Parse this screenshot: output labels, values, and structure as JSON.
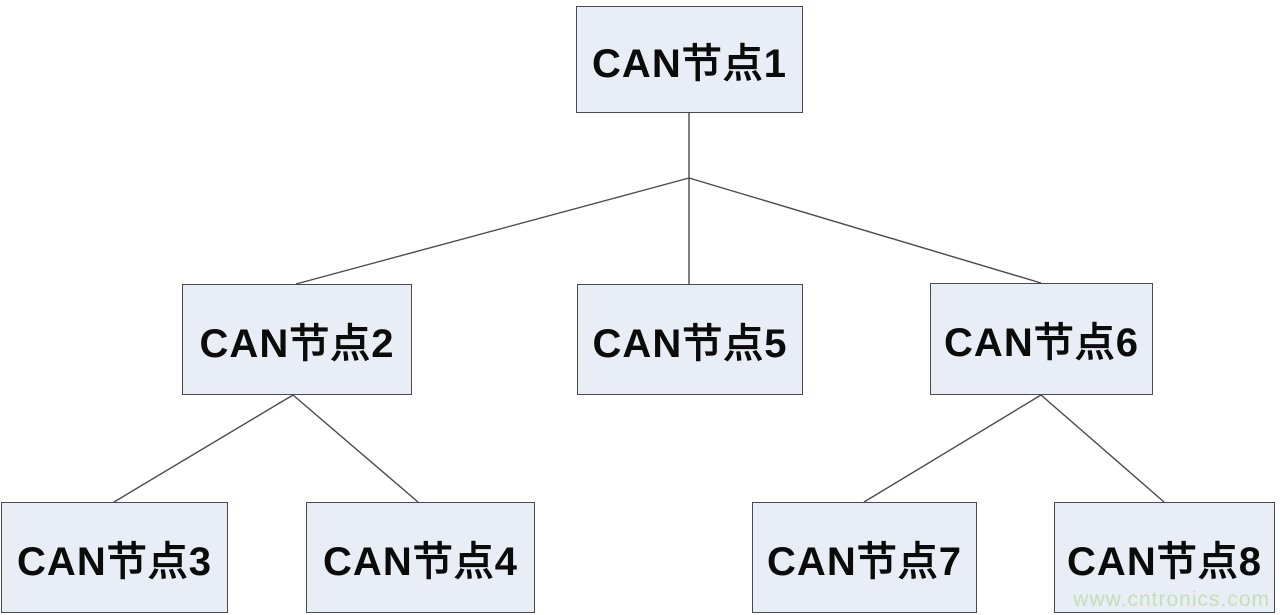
{
  "diagram": {
    "type": "tree",
    "nodes": [
      {
        "id": 1,
        "label": "CAN节点1",
        "parent": null
      },
      {
        "id": 2,
        "label": "CAN节点2",
        "parent": 1
      },
      {
        "id": 3,
        "label": "CAN节点3",
        "parent": 2
      },
      {
        "id": 4,
        "label": "CAN节点4",
        "parent": 2
      },
      {
        "id": 5,
        "label": "CAN节点5",
        "parent": 1
      },
      {
        "id": 6,
        "label": "CAN节点6",
        "parent": 1
      },
      {
        "id": 7,
        "label": "CAN节点7",
        "parent": 6
      },
      {
        "id": 8,
        "label": "CAN节点8",
        "parent": 6
      }
    ],
    "edges": [
      "1-2",
      "1-5",
      "1-6",
      "2-3",
      "2-4",
      "6-7",
      "6-8"
    ],
    "colors": {
      "node_fill": "#e9edf6",
      "node_border": "#4a4a4e",
      "connector_line": "#4a4a4e",
      "node_text": "#0b0b0b",
      "background": "#ffffff",
      "watermark_green": "#c4dfb6"
    }
  },
  "watermark": {
    "text": "www.cntronics.com"
  }
}
